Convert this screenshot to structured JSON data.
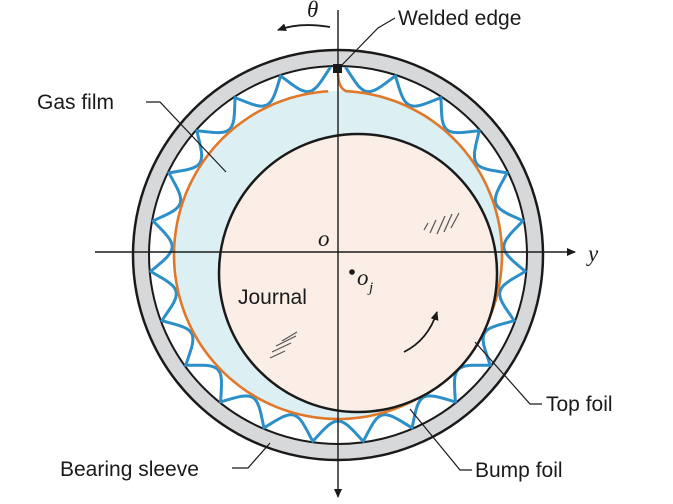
{
  "labels": {
    "welded_edge": "Welded edge",
    "gas_film": "Gas film",
    "journal": "Journal",
    "top_foil": "Top foil",
    "bump_foil": "Bump foil",
    "bearing_sleeve": "Bearing sleeve"
  },
  "axes": {
    "theta": "θ",
    "origin": "o",
    "y": "y",
    "journal_center": "o",
    "journal_center_sub": "j"
  },
  "colors": {
    "sleeve_fill": "#d7d8da",
    "gas_film_fill": "#dceff3",
    "journal_fill": "#fbeee6",
    "top_foil": "#e0782c",
    "bump_foil": "#2d8fc8",
    "outline": "#1a1a1a"
  },
  "bump_count": 23
}
